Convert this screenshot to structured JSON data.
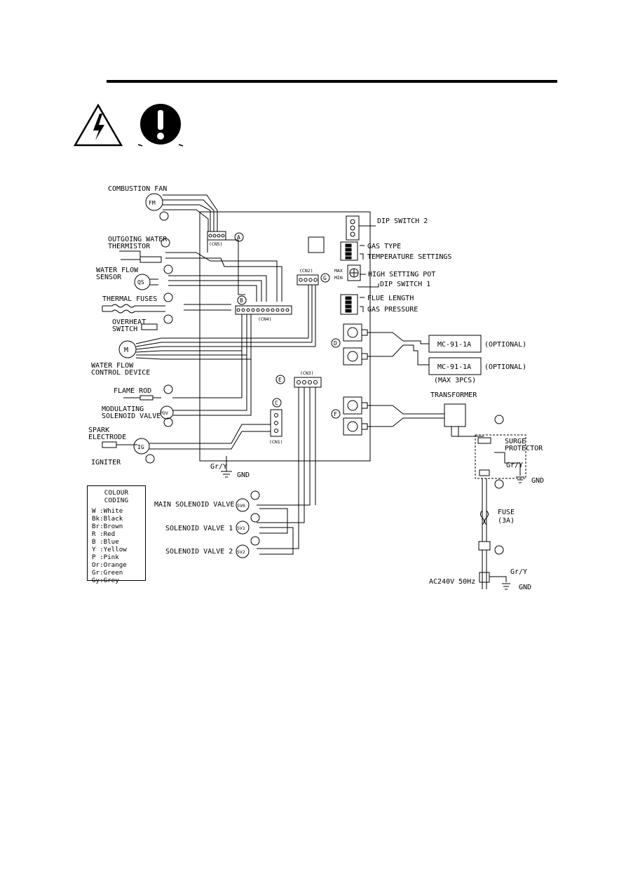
{
  "warnings": [
    {
      "icon": "electric-shock-warning-icon"
    },
    {
      "icon": "mandatory-action-exclamation-icon"
    }
  ],
  "components": {
    "combustion_fan": "COMBUSTION FAN",
    "outgoing_water_thermistor": [
      "OUTGOING WATER",
      "THERMISTOR"
    ],
    "water_flow_sensor": [
      "WATER FLOW",
      "SENSOR"
    ],
    "thermal_fuses": "THERMAL FUSES",
    "overheat_switch": [
      "OVERHEAT",
      "SWITCH"
    ],
    "water_flow_control_device": [
      "WATER FLOW",
      "CONTROL DEVICE"
    ],
    "flame_rod": "FLAME ROD",
    "modulating_solenoid_valve": [
      "MODULATING",
      "SOLENOID VALVE"
    ],
    "spark_electrode": [
      "SPARK",
      "ELECTRODE"
    ],
    "igniter": "IGNITER",
    "dip_switch_2": "DIP SWITCH 2",
    "gas_type": "GAS TYPE",
    "temperature_settings": "TEMPERATURE SETTINGS",
    "high_setting_pot": "HIGH SETTING POT",
    "dip_switch_1": "DIP SWITCH 1",
    "flue_length": "FLUE LENGTH",
    "gas_pressure": "GAS PRESSURE",
    "remote_1": "MC-91-1A",
    "remote_2": "MC-91-1A",
    "optional_1": "(OPTIONAL)",
    "optional_2": "(OPTIONAL)",
    "max_pcs": "(MAX 3PCS)",
    "transformer": "TRANSFORMER",
    "surge_protector": [
      "SURGE",
      "PROTECTOR"
    ],
    "fuse": [
      "FUSE",
      "(3A)"
    ],
    "power": "AC240V 50Hz",
    "main_solenoid_valve": "MAIN SOLENOID VALVE",
    "solenoid_valve_1": "SOLENOID VALVE 1",
    "solenoid_valve_2": "SOLENOID VALVE 2",
    "gnd": "GND",
    "gr_y": "Gr/Y"
  },
  "connectors": {
    "cn5": "(CN5)",
    "cn2": "(CN2)",
    "cn4": "(CN4)",
    "cn1": "(CN1)",
    "cn3": "(CN3)",
    "max": "MAX",
    "min": "MIN"
  },
  "symbols": {
    "fan": "FM",
    "sensor": "QS",
    "motor": "M",
    "igniter": "IG",
    "pov": "POV",
    "sv0": "SV0",
    "sv1": "SV1",
    "sv2": "SV2"
  },
  "callouts": [
    "A",
    "B",
    "C",
    "D",
    "E",
    "F",
    "G"
  ],
  "colour_coding": {
    "title": "COLOUR CODING",
    "rows": [
      "W :White",
      "Bk:Black",
      "Br:Brown",
      "R :Red",
      "B :Blue",
      "Y :Yellow",
      "P :Pink",
      "Or:Orange",
      "Gr:Green",
      "Gy:Grey"
    ]
  }
}
